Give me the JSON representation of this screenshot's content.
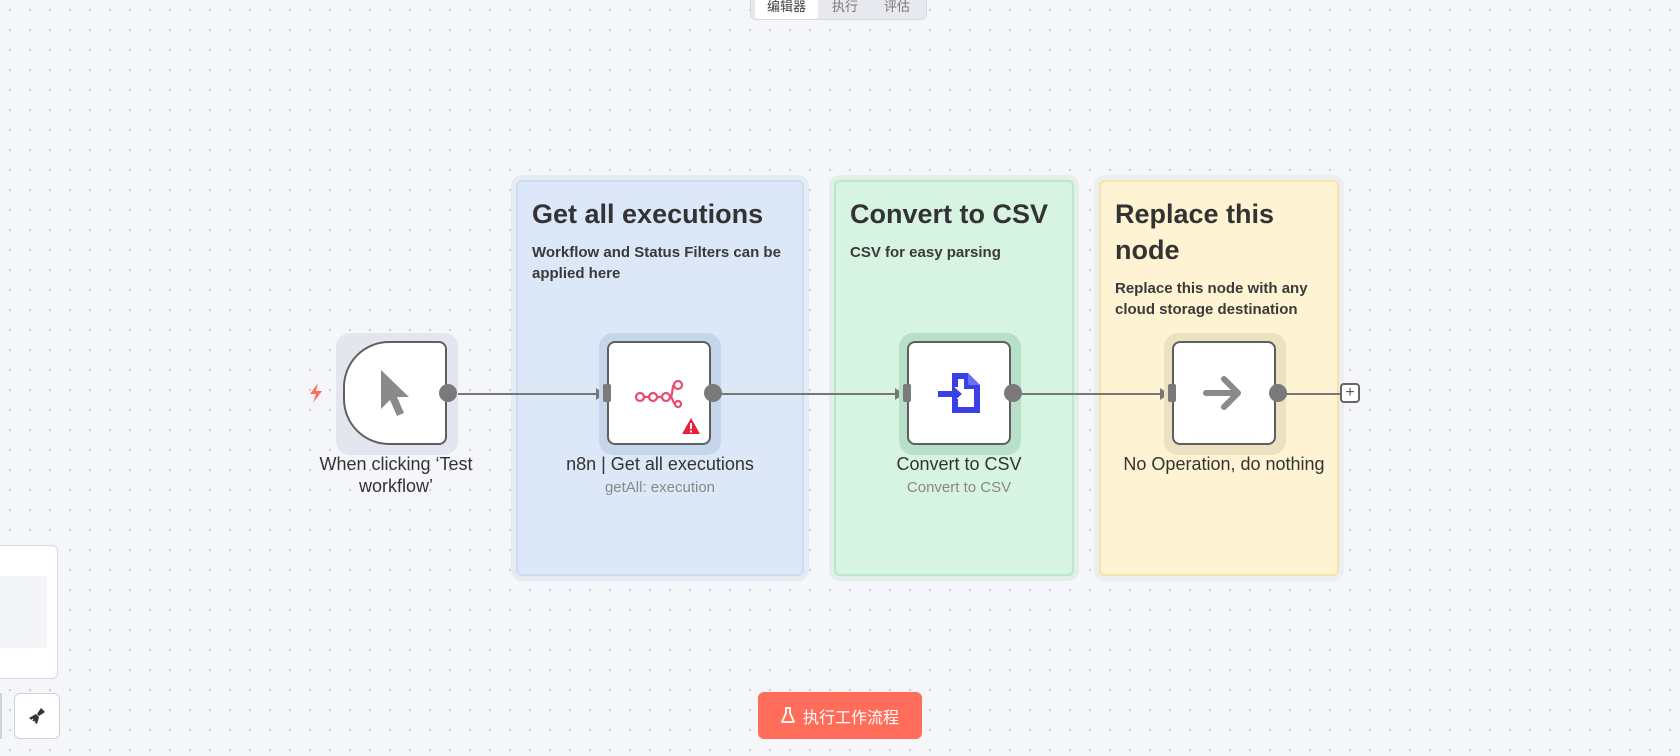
{
  "header": {
    "tabs": [
      {
        "label": "编辑器",
        "active": true
      },
      {
        "label": "执行",
        "active": false
      },
      {
        "label": "评估",
        "active": false
      }
    ]
  },
  "sticky_notes": [
    {
      "title": "Get all executions",
      "body": "Workflow and Status Filters can be applied here",
      "color": "#dce8f8"
    },
    {
      "title": "Convert to CSV",
      "body": "CSV for easy parsing",
      "color": "#d7f3e2"
    },
    {
      "title": "Replace this node",
      "body": "Replace this node with any cloud storage destination",
      "color": "#fef3d3"
    }
  ],
  "nodes": [
    {
      "label": "When clicking ‘Test workflow’",
      "subtitle": "",
      "icon": "cursor-icon"
    },
    {
      "label": "n8n | Get all executions",
      "subtitle": "getAll: execution",
      "icon": "n8n-logo-icon",
      "has_error": true
    },
    {
      "label": "Convert to CSV",
      "subtitle": "Convert to CSV",
      "icon": "file-convert-icon"
    },
    {
      "label": "No Operation, do nothing",
      "subtitle": "",
      "icon": "arrow-right-icon"
    }
  ],
  "run_button": {
    "label": "执行工作流程",
    "icon": "flask-icon"
  },
  "colors": {
    "accent": "#ff6d5a",
    "wire": "#777777",
    "error": "#e5213b",
    "convert_icon": "#3b3fe6"
  }
}
